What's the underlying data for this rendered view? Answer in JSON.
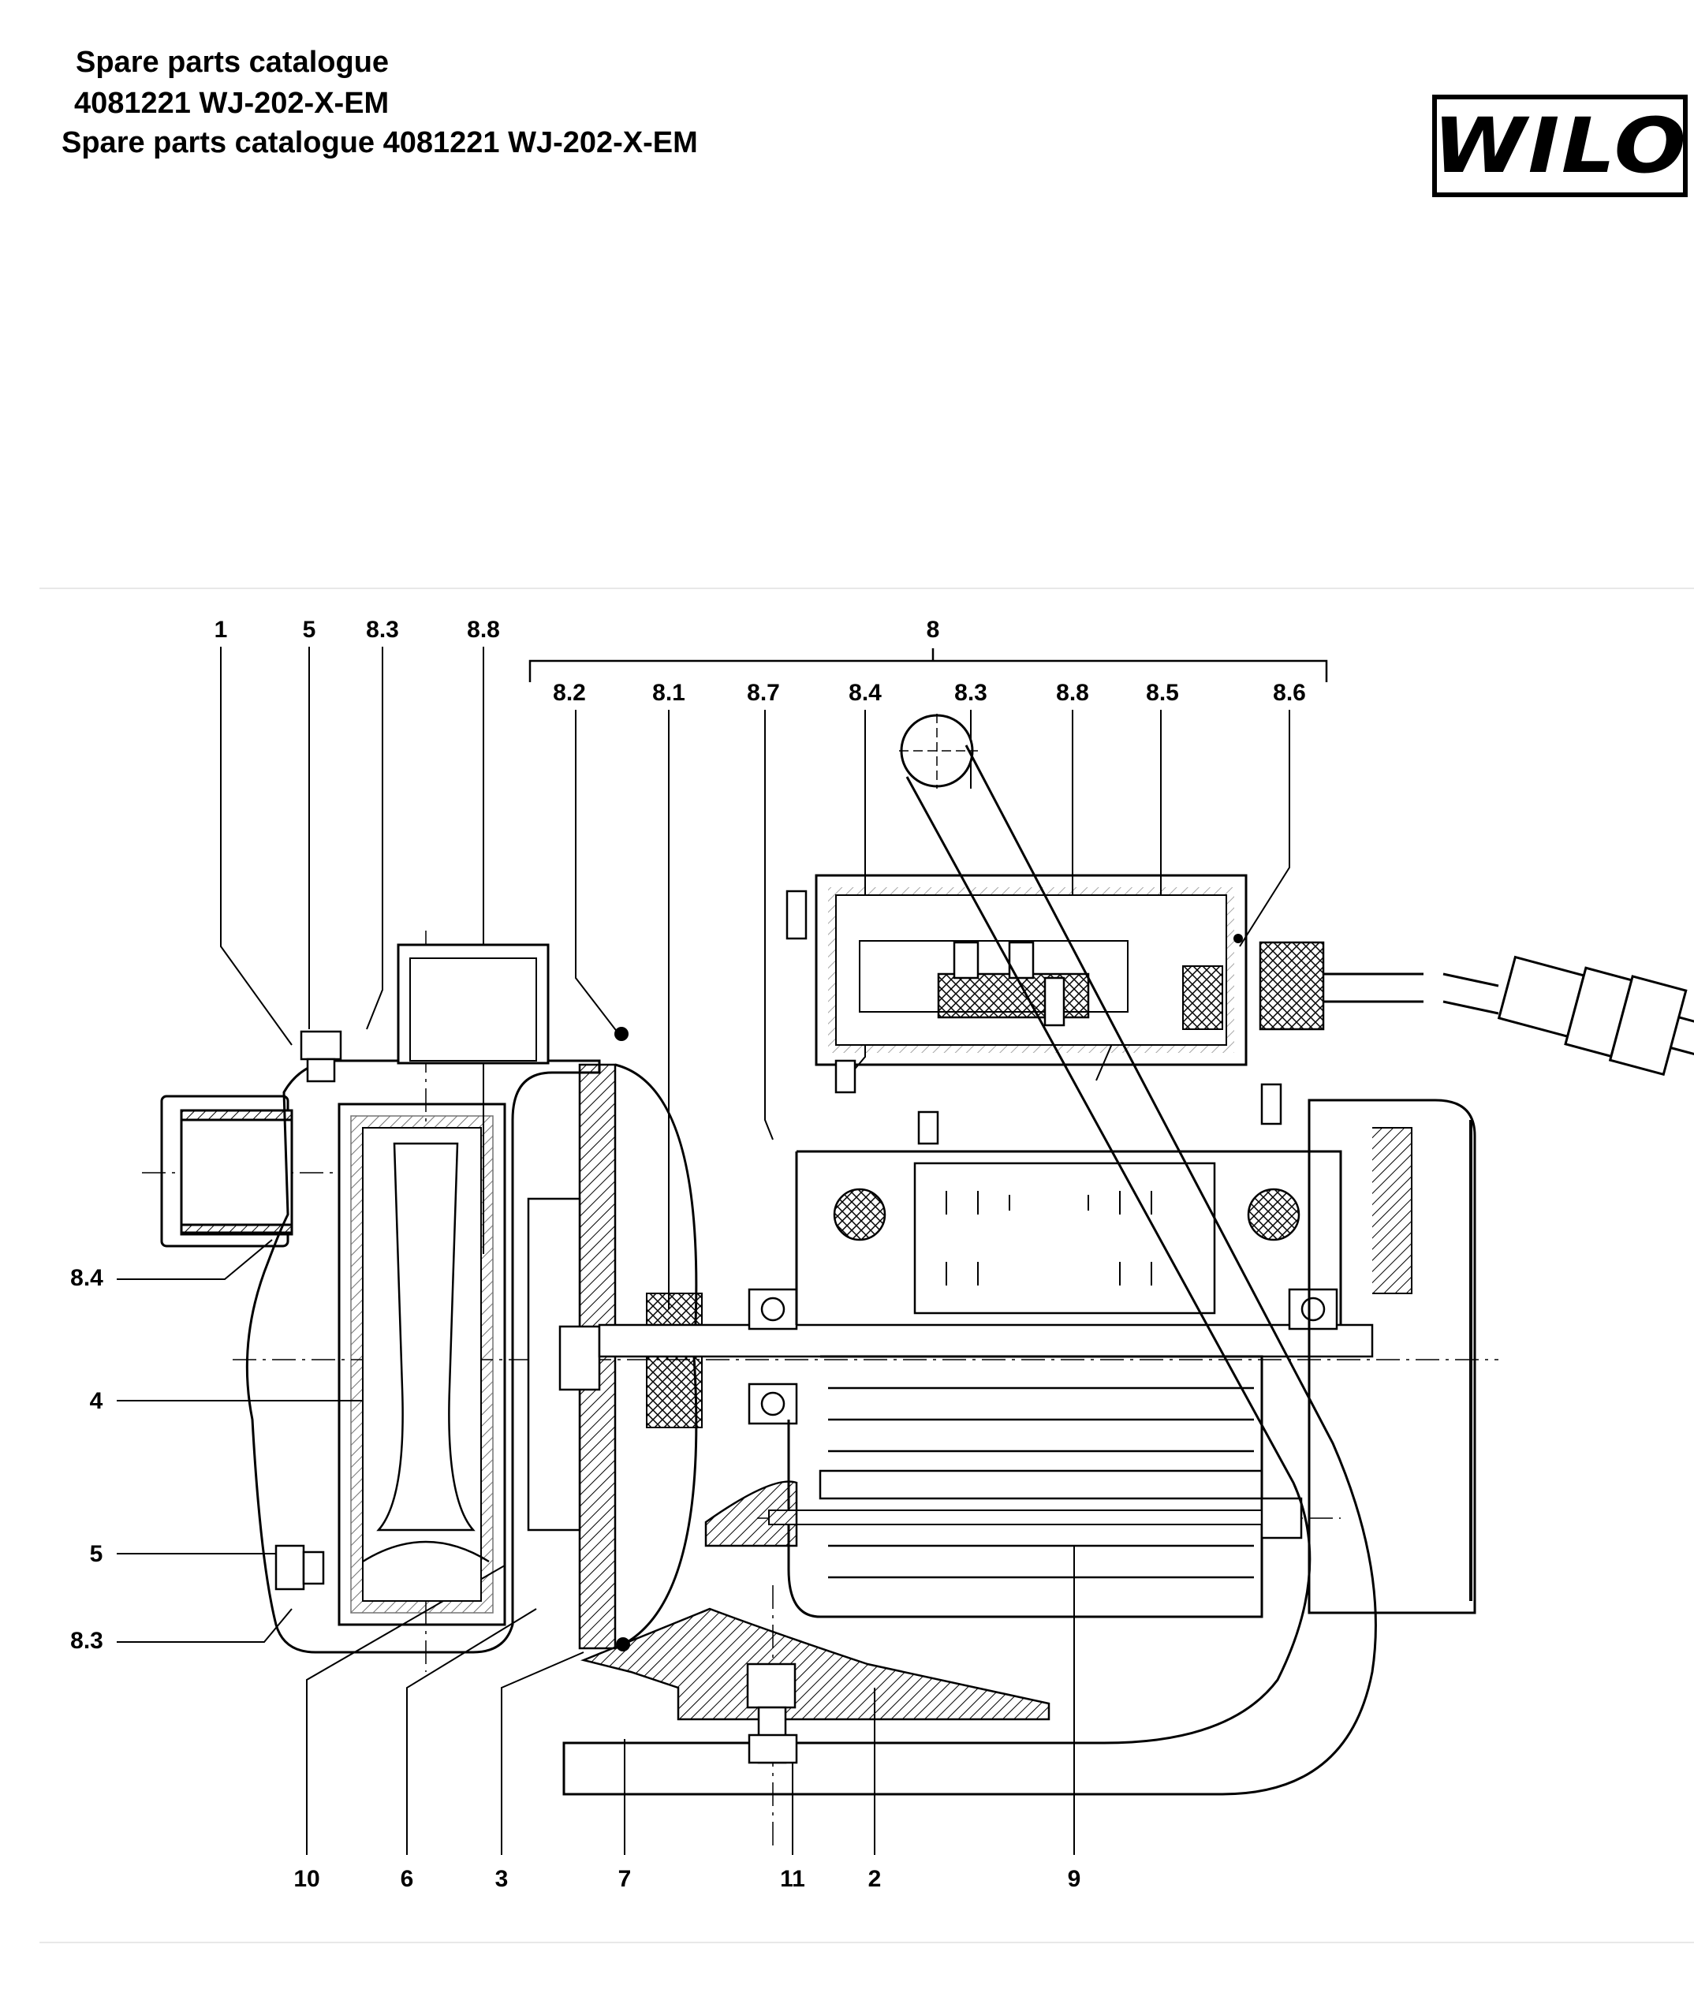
{
  "header": {
    "line1": "Spare parts catalogue",
    "line2": "4081221 WJ-202-X-EM",
    "line3": "Spare parts catalogue 4081221 WJ-202-X-EM"
  },
  "logo": {
    "text": "WILO"
  },
  "callouts": {
    "top_row": [
      "1",
      "5",
      "8.3",
      "8.8"
    ],
    "group_label": "8",
    "group_items": [
      "8.2",
      "8.1",
      "8.7",
      "8.4",
      "8.3",
      "8.8",
      "8.5",
      "8.6"
    ],
    "left_col": [
      "8.4",
      "4",
      "5",
      "8.3"
    ],
    "bottom_row": [
      "10",
      "6",
      "3",
      "7",
      "11",
      "2",
      "9"
    ]
  }
}
